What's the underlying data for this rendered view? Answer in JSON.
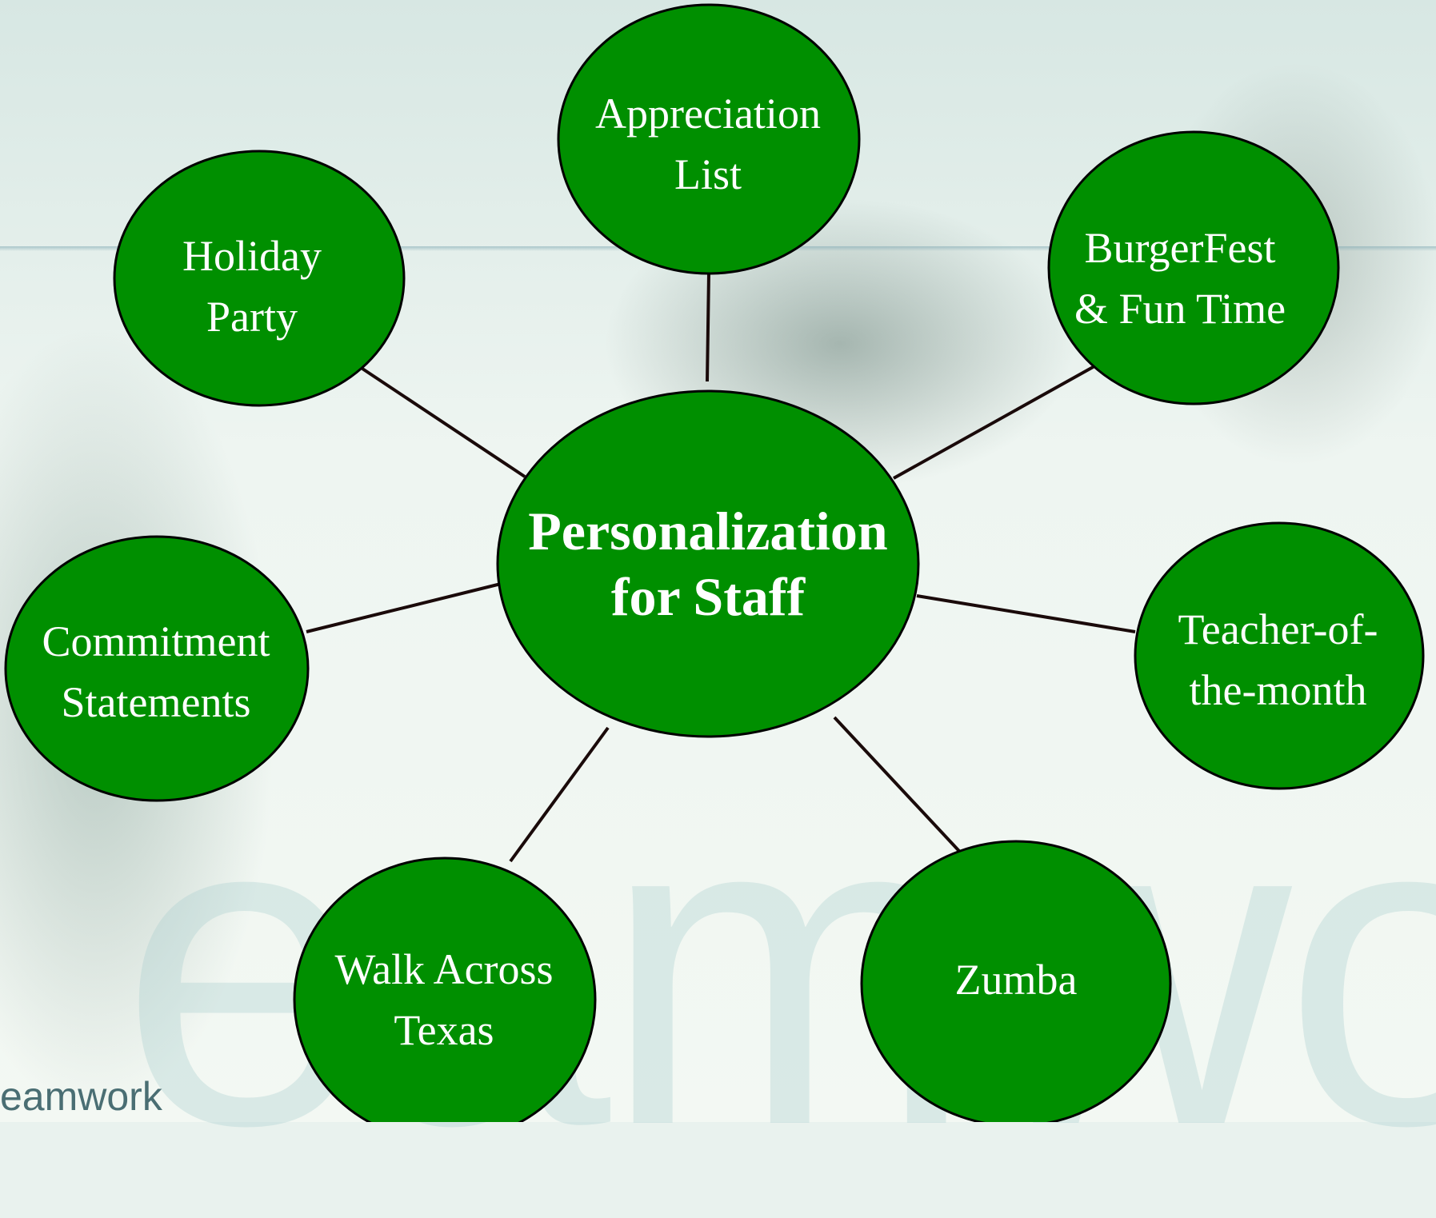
{
  "diagram": {
    "center": {
      "label": "Personalization\nfor Staff"
    },
    "nodes": [
      {
        "id": "appreciation-list",
        "label": "Appreciation\nList"
      },
      {
        "id": "burgerfest",
        "label": "BurgerFest\n& Fun Time"
      },
      {
        "id": "teacher-of-the-month",
        "label": "Teacher-of-\nthe-month"
      },
      {
        "id": "zumba",
        "label": "Zumba"
      },
      {
        "id": "walk-across-texas",
        "label": "Walk Across\nTexas"
      },
      {
        "id": "commitment-statements",
        "label": "Commitment\nStatements"
      },
      {
        "id": "holiday-party",
        "label": "Holiday\nParty"
      }
    ],
    "colors": {
      "node_fill": "#008f00",
      "node_stroke": "#000000",
      "connector": "#1a0a0a",
      "label_text": "#ffffff"
    }
  },
  "background": {
    "watermark_text": "eamwork",
    "corner_text": "eamwork"
  }
}
